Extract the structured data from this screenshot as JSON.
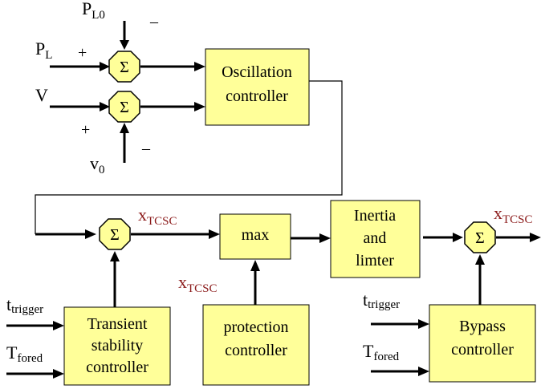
{
  "colors": {
    "block_fill": "#ffff99",
    "xtcsc_text": "#8b1a1a",
    "line": "#000000"
  },
  "signals": {
    "pl0": {
      "main": "P",
      "sub": "L0"
    },
    "pl": {
      "main": "P",
      "sub": "L"
    },
    "v": {
      "main": "V"
    },
    "v0": {
      "main": "v",
      "sub": "0"
    },
    "xtcsc": {
      "main": "x",
      "sub": "TCSC"
    },
    "ttrigger": {
      "main": "t",
      "sub": "trigger"
    },
    "tfored": {
      "main": "T",
      "sub": "fored"
    }
  },
  "signs": {
    "plus": "+",
    "minus": "–"
  },
  "summer_symbol": "Σ",
  "blocks": {
    "oscillation": [
      "Oscillation",
      "controller"
    ],
    "max": [
      "max"
    ],
    "inertia": [
      "Inertia",
      "and",
      "limter"
    ],
    "transient": [
      "Transient",
      "stability",
      "controller"
    ],
    "protection": [
      "protection",
      "controller"
    ],
    "bypass": [
      "Bypass",
      "controller"
    ]
  }
}
